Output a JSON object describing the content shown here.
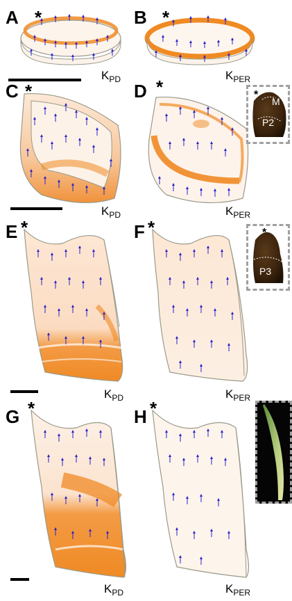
{
  "panels": [
    {
      "letter": "A",
      "k_main": "K",
      "k_sub": "PD"
    },
    {
      "letter": "B",
      "k_main": "K",
      "k_sub": "PER"
    },
    {
      "letter": "C",
      "k_main": "K",
      "k_sub": "PD"
    },
    {
      "letter": "D",
      "k_main": "K",
      "k_sub": "PER"
    },
    {
      "letter": "E",
      "k_main": "K",
      "k_sub": "PD"
    },
    {
      "letter": "F",
      "k_main": "K",
      "k_sub": "PER"
    },
    {
      "letter": "G",
      "k_main": "K",
      "k_sub": "PD"
    },
    {
      "letter": "H",
      "k_main": "K",
      "k_sub": "PER"
    }
  ],
  "star": "*",
  "insets": {
    "p2": {
      "label_m": "M",
      "label_p": "P2",
      "star": "*"
    },
    "p3": {
      "label_p": "P3",
      "star": "*"
    }
  },
  "colors": {
    "growth": "#f08a24",
    "growth_light": "#fbe0c8",
    "arrow": "#2a22c8",
    "outline": "#9a9a8a"
  }
}
